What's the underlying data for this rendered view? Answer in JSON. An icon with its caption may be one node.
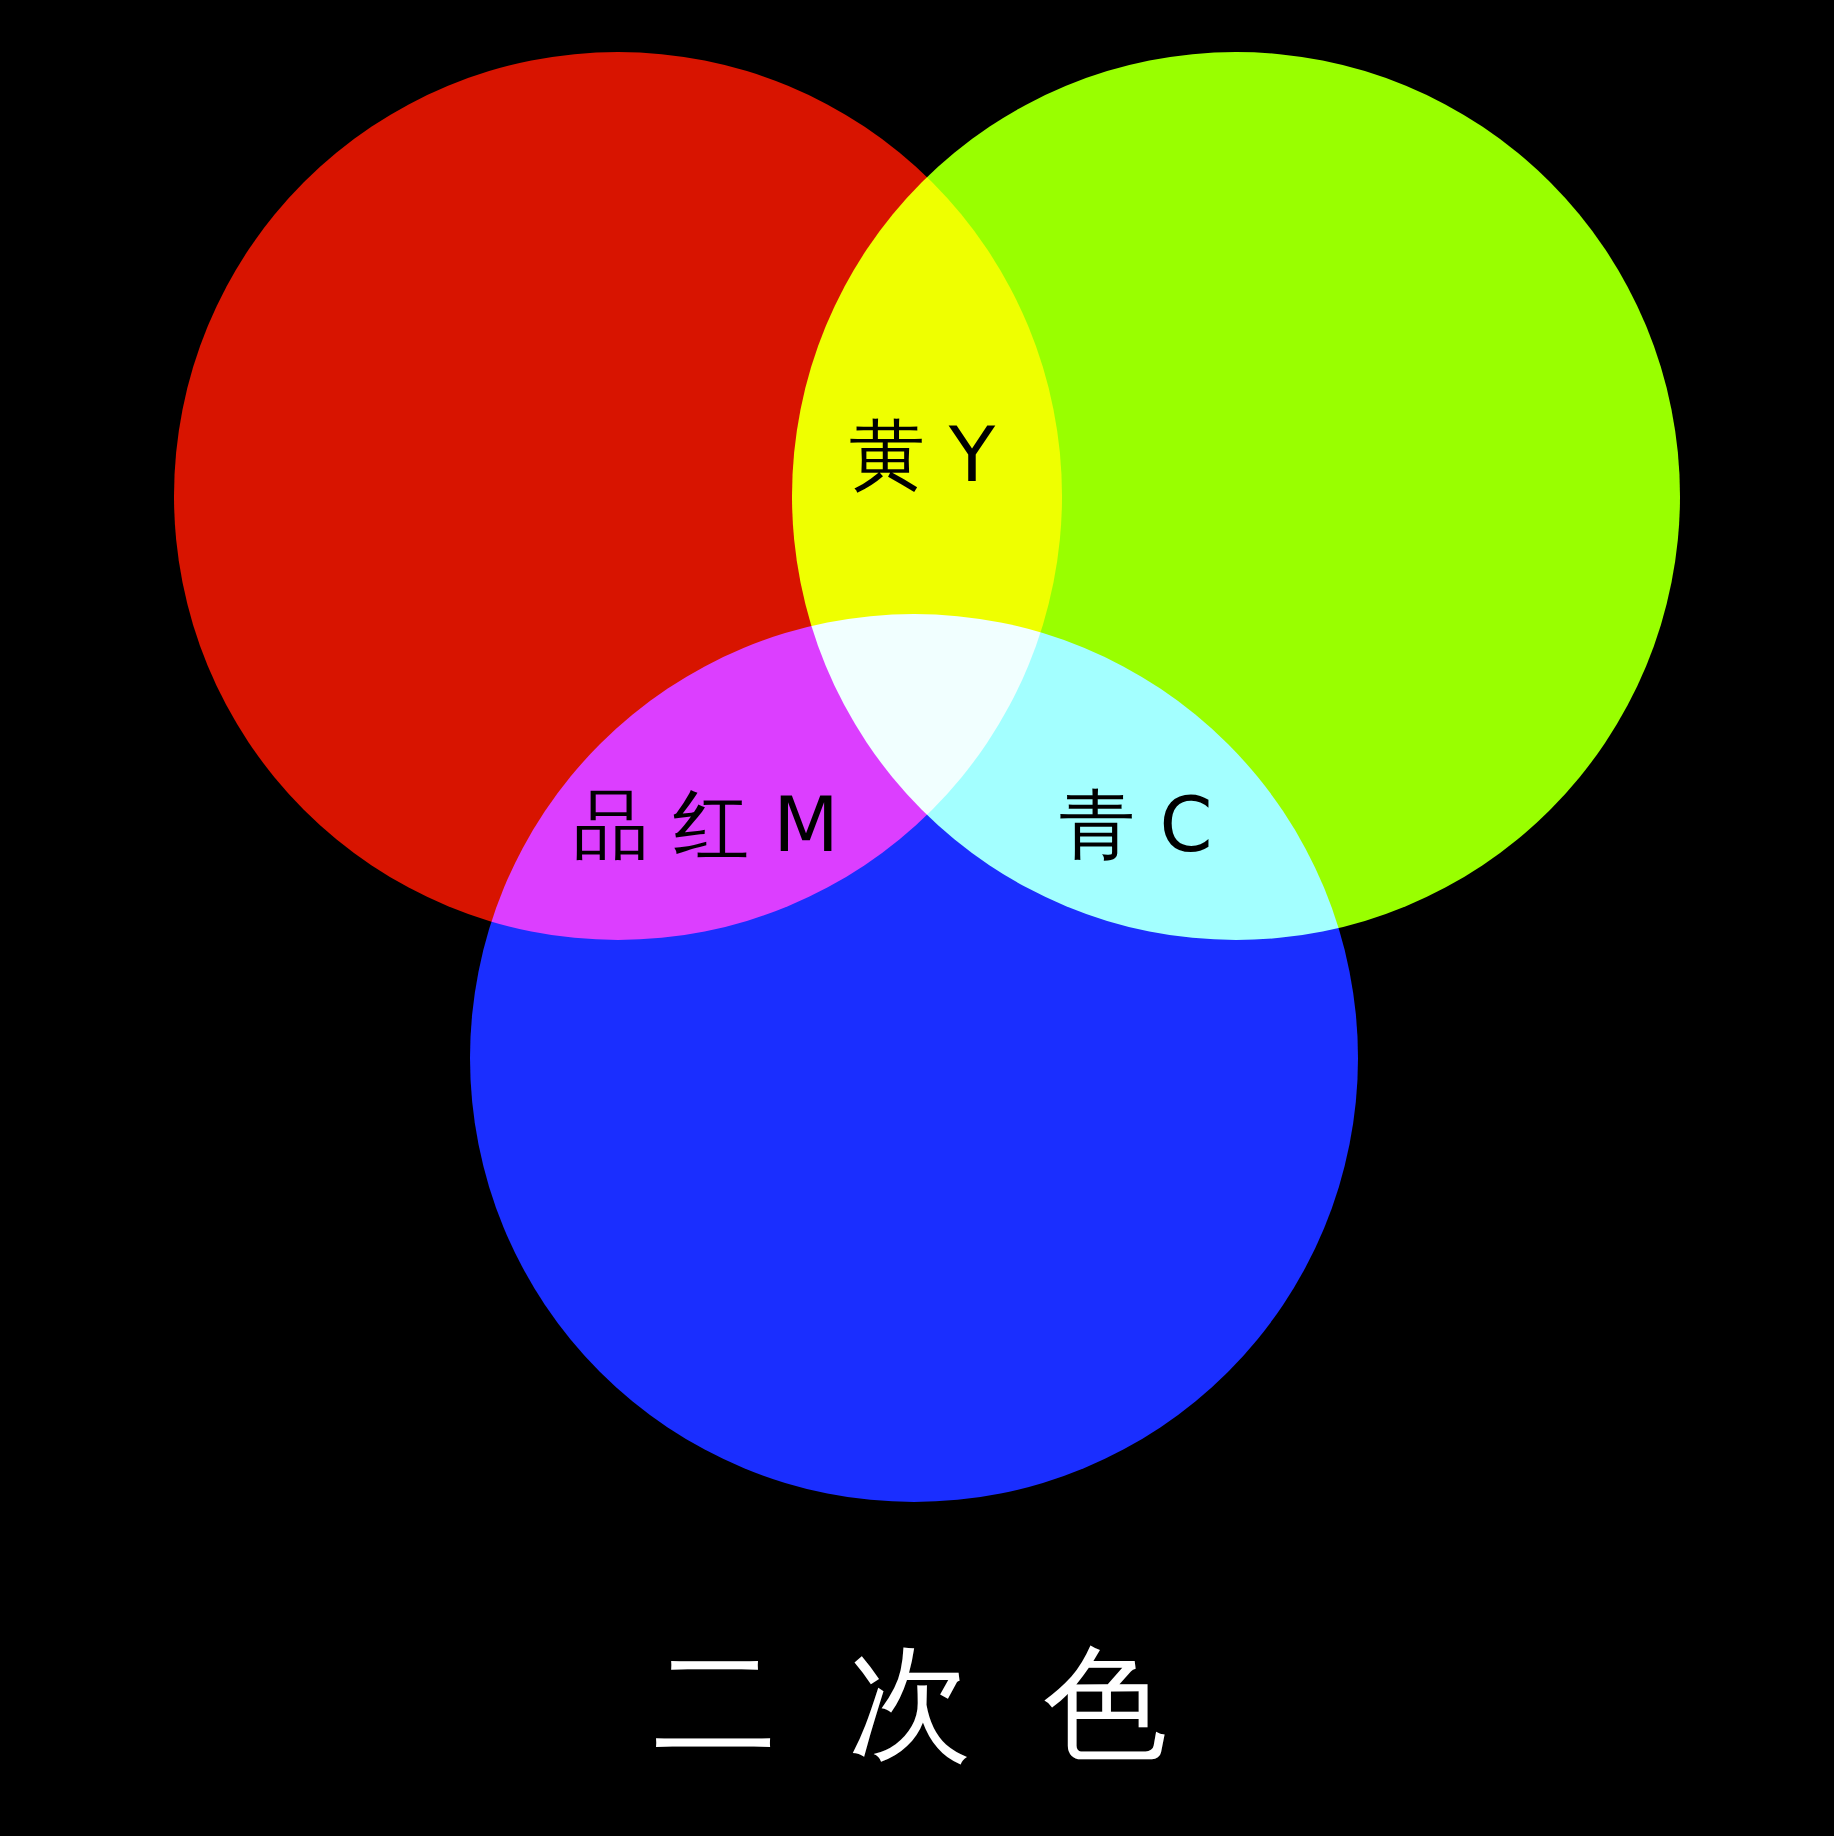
{
  "diagram": {
    "caption": "二 次 色",
    "nodes": [
      {
        "text": [],
        "shape": "circle"
      },
      {
        "text": [],
        "shape": "circle"
      },
      {
        "text": [],
        "shape": "circle"
      }
    ],
    "labels": [
      "黄 Y",
      "品 红 M",
      "青 C"
    ]
  }
}
